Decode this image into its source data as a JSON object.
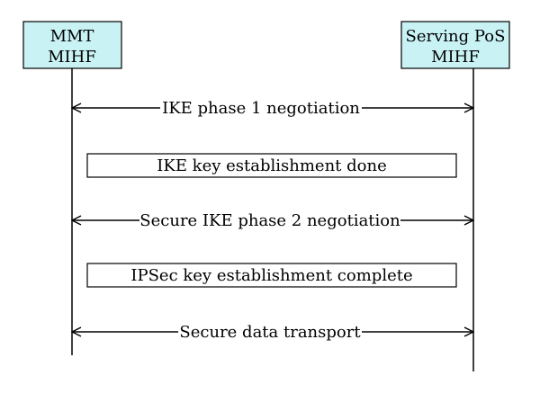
{
  "entities": {
    "left": {
      "line1": "MMT",
      "line2": "MIHF"
    },
    "right": {
      "line1": "Serving PoS",
      "line2": "MIHF"
    }
  },
  "steps": [
    {
      "kind": "arrow",
      "label": "IKE phase 1 negotiation"
    },
    {
      "kind": "box",
      "label": "IKE key establishment done"
    },
    {
      "kind": "arrow",
      "label": "Secure IKE phase 2 negotiation"
    },
    {
      "kind": "box",
      "label": "IPSec key establishment complete"
    },
    {
      "kind": "arrow",
      "label": "Secure data transport"
    }
  ],
  "colors": {
    "entity_fill": "#c9f2f5",
    "stroke": "#000000"
  }
}
